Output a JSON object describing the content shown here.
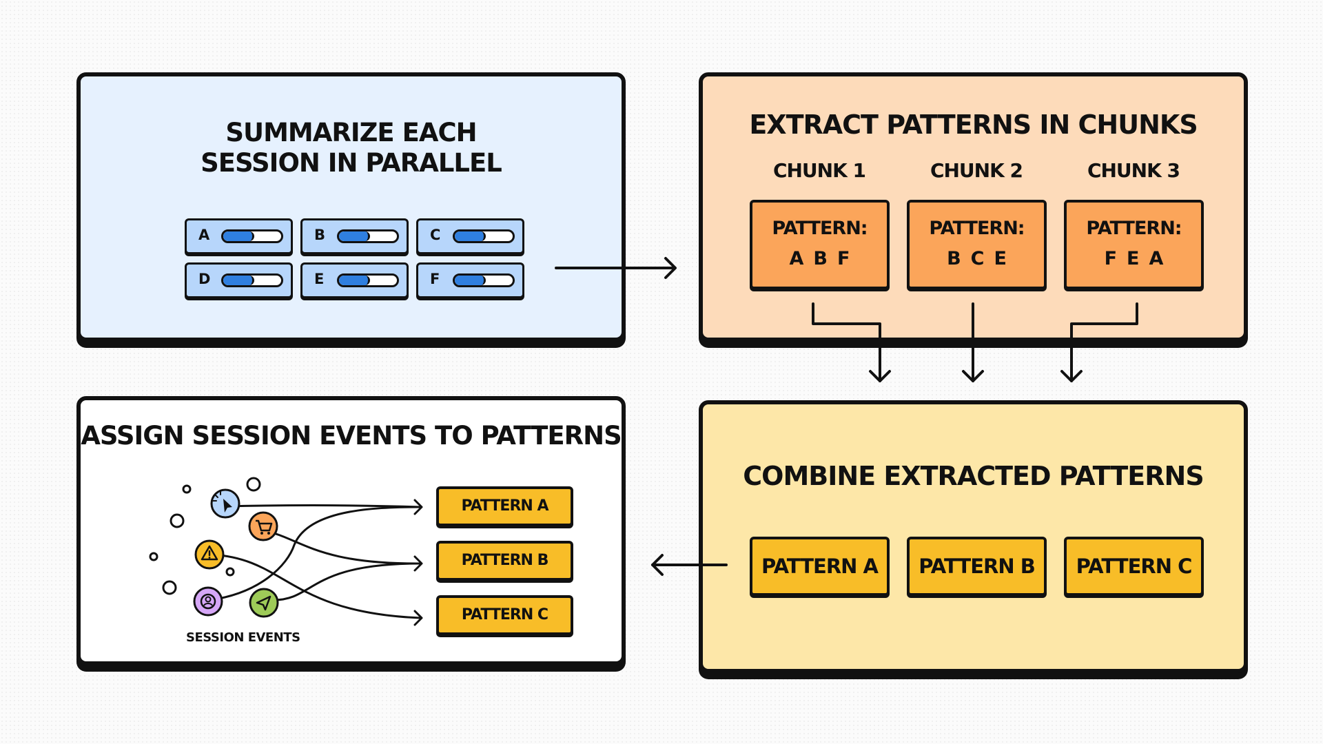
{
  "summarize": {
    "title_line1": "SUMMARIZE EACH",
    "title_line2": "SESSION IN PARALLEL",
    "sessions": [
      {
        "label": "A",
        "progress": 0.5
      },
      {
        "label": "B",
        "progress": 0.5
      },
      {
        "label": "C",
        "progress": 0.5
      },
      {
        "label": "D",
        "progress": 0.5
      },
      {
        "label": "E",
        "progress": 0.5
      },
      {
        "label": "F",
        "progress": 0.5
      }
    ]
  },
  "extract": {
    "title": "EXTRACT PATTERNS IN CHUNKS",
    "chunks": [
      {
        "label": "CHUNK 1",
        "pattern_heading": "PATTERN:",
        "pattern_values": "ABF"
      },
      {
        "label": "CHUNK 2",
        "pattern_heading": "PATTERN:",
        "pattern_values": "BCE"
      },
      {
        "label": "CHUNK 3",
        "pattern_heading": "PATTERN:",
        "pattern_values": "FEA"
      }
    ]
  },
  "combine": {
    "title": "COMBINE EXTRACTED PATTERNS",
    "patterns": [
      "PATTERN A",
      "PATTERN B",
      "PATTERN C"
    ]
  },
  "assign": {
    "title": "ASSIGN SESSION EVENTS TO PATTERNS",
    "patterns": [
      "PATTERN A",
      "PATTERN B",
      "PATTERN C"
    ],
    "events_caption": "SESSION EVENTS",
    "event_icons": [
      "cursor-click-icon",
      "shopping-cart-icon",
      "warning-icon",
      "user-icon",
      "send-icon"
    ]
  },
  "colors": {
    "summarize_bg": "#e6f1fe",
    "extract_bg": "#fddbba",
    "combine_bg": "#fde7a8",
    "assign_bg": "#ffffff",
    "session_chip": "#b7d6fb",
    "progress_fill": "#2f7fe0",
    "chunk_box": "#fba55a",
    "pattern_box": "#f8bd28"
  }
}
